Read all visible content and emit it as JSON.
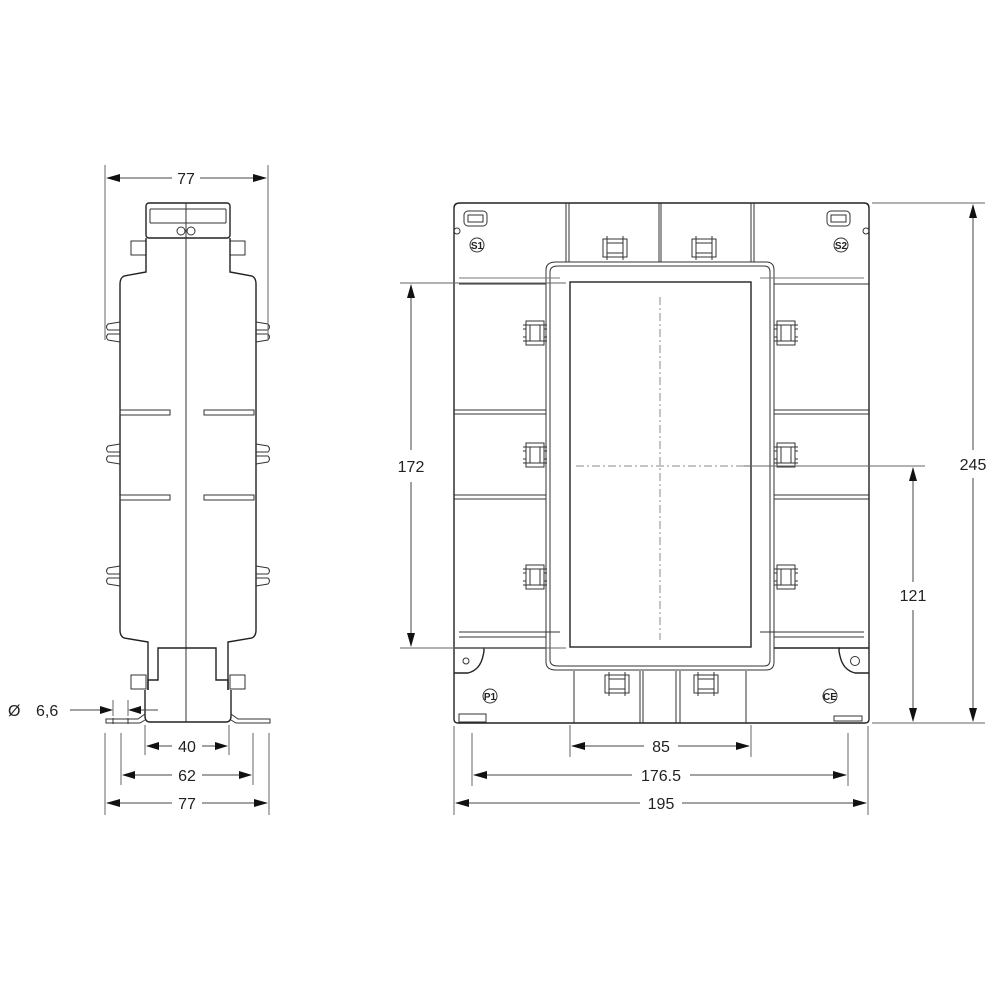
{
  "drawing": {
    "title": "Split-core current transformer dimensional drawing",
    "units": "mm",
    "side_view": {
      "dimensions": {
        "top_width": "77",
        "hole_diameter_symbol": "Ø",
        "hole_diameter": "6,6",
        "inner_base_width": "40",
        "hole_spacing": "62",
        "base_width": "77"
      }
    },
    "front_view": {
      "dimensions": {
        "window_height": "172",
        "total_height": "245",
        "center_height": "121",
        "window_width": "85",
        "mounting_hole_spacing": "176.5",
        "total_width": "195"
      },
      "markings": {
        "s1": "S1",
        "s2": "S2",
        "p1": "P1",
        "ce": "CE"
      }
    }
  }
}
